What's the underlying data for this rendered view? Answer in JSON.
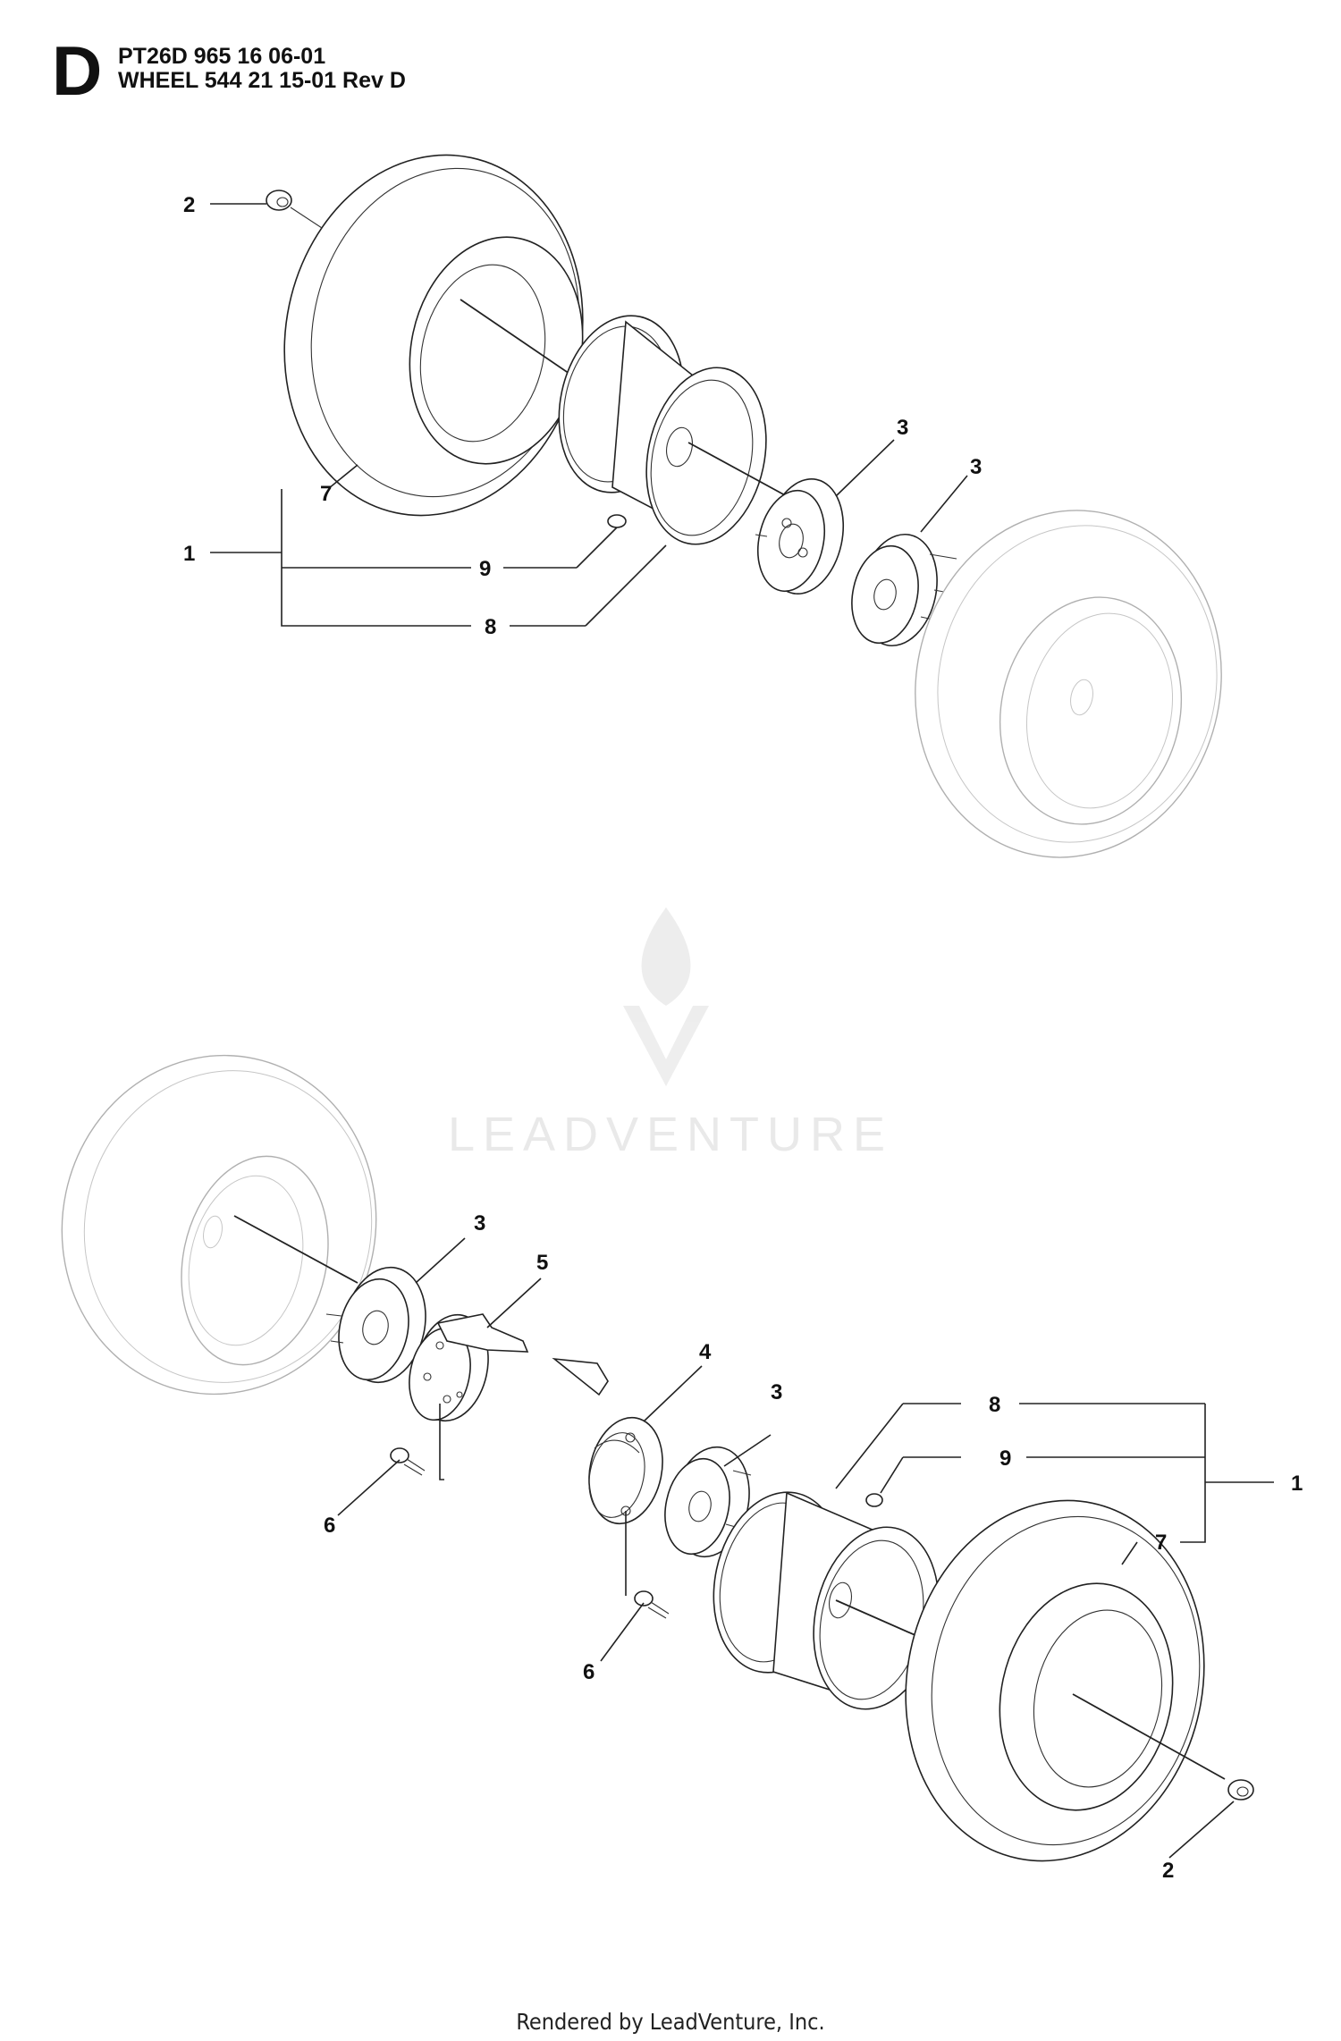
{
  "header": {
    "section_letter": "D",
    "line1": "PT26D 965 16 06-01",
    "line2": "WHEEL 544 21 15-01 Rev D"
  },
  "watermark": {
    "text": "LEADVENTURE"
  },
  "footer": {
    "text": "Rendered by LeadVenture, Inc."
  },
  "callouts": {
    "top": {
      "c2": "2",
      "c7": "7",
      "c1": "1",
      "c9": "9",
      "c8": "8",
      "c3a": "3",
      "c3b": "3"
    },
    "bottom": {
      "c3a": "3",
      "c5": "5",
      "c4": "4",
      "c3b": "3",
      "c8": "8",
      "c9": "9",
      "c1": "1",
      "c7": "7",
      "c6a": "6",
      "c6b": "6",
      "c2": "2"
    }
  }
}
